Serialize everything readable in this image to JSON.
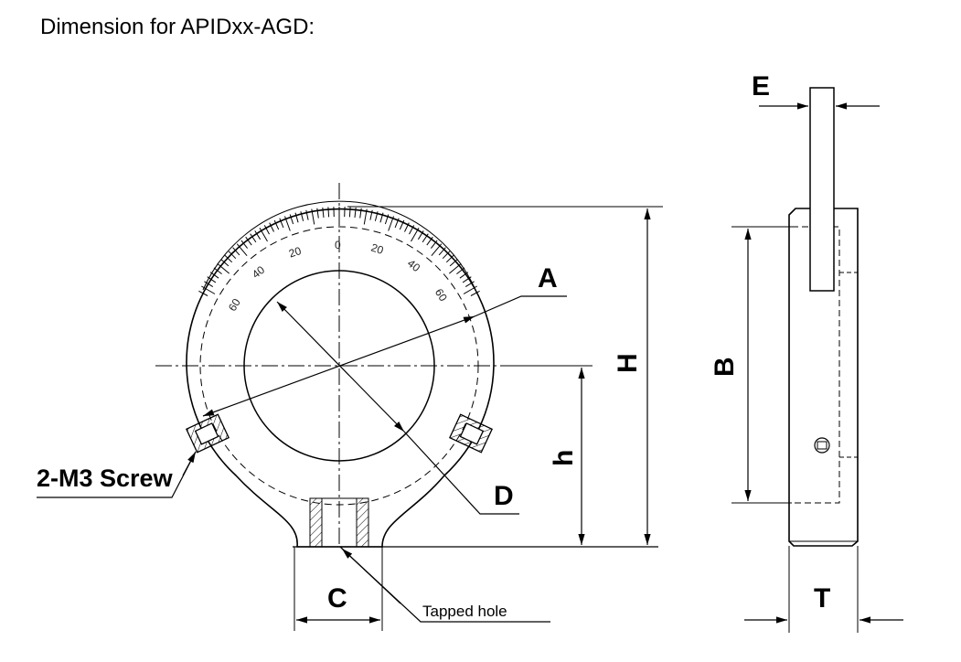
{
  "title": "Dimension for APIDxx-AGD:",
  "labels": {
    "A": "A",
    "B": "B",
    "C": "C",
    "D": "D",
    "E": "E",
    "H": "H",
    "h": "h",
    "T": "T",
    "screw": "2-M3 Screw",
    "tapped": "Tapped hole"
  },
  "scale_marks": {
    "left_60": "60",
    "left_40": "40",
    "left_20": "20",
    "zero": "0",
    "right_20": "20",
    "right_40": "40",
    "right_60": "60"
  }
}
